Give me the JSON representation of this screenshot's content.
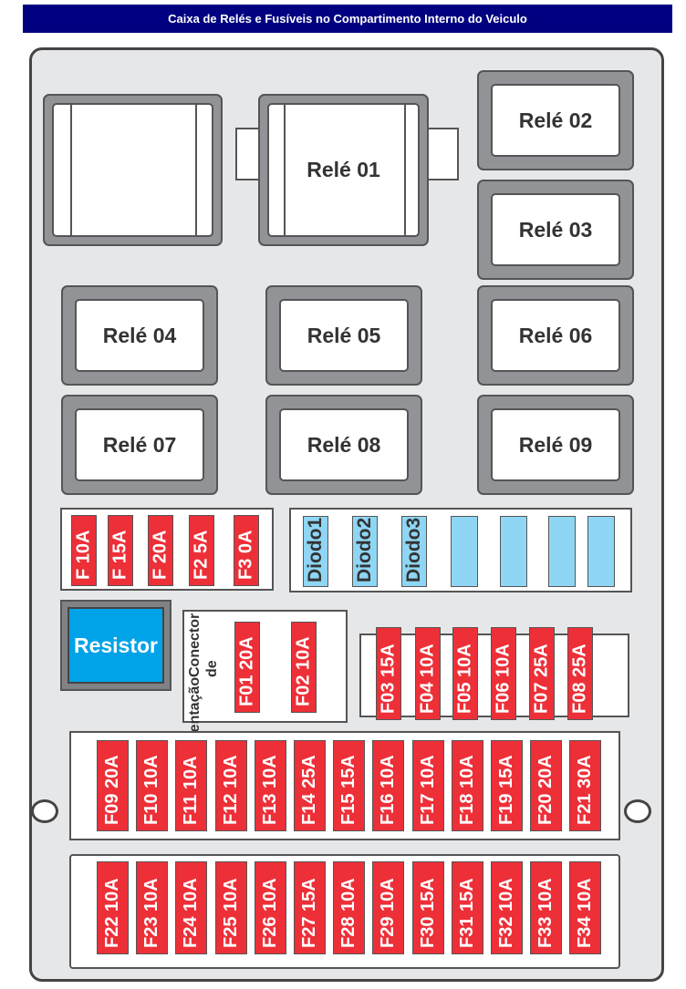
{
  "title": "Caixa de Relés e Fusíveis no Compartimento Interno do Veiculo",
  "relays": [
    "Relé 01",
    "Relé 02",
    "Relé 03",
    "Relé 04",
    "Relé 05",
    "Relé 06",
    "Relé 07",
    "Relé 08",
    "Relé 09"
  ],
  "small_fuses": [
    "F 10A",
    "F 15A",
    "F 20A",
    "F2 5A",
    "F3 0A"
  ],
  "diodes": [
    "Diodo1",
    "Diodo2",
    "Diodo3"
  ],
  "resistor": "Resistor",
  "connector_label_1": "Conector de",
  "connector_label_2": "Alimentação",
  "connector_fuses": [
    "F01 20A",
    "F02 10A"
  ],
  "mid_fuses": [
    "F03 15A",
    "F04 10A",
    "F05 10A",
    "F06 10A",
    "F07 25A",
    "F08 25A"
  ],
  "row1_fuses": [
    "F09 20A",
    "F10 10A",
    "F11 10A",
    "F12 10A",
    "F13 10A",
    "F14 25A",
    "F15 15A",
    "F16 10A",
    "F17 10A",
    "F18 10A",
    "F19 15A",
    "F20 20A",
    "F21 30A"
  ],
  "row2_fuses": [
    "F22 10A",
    "F23 10A",
    "F24 10A",
    "F25 10A",
    "F26 10A",
    "F27 15A",
    "F28 10A",
    "F29 10A",
    "F30 15A",
    "F31 15A",
    "F32 10A",
    "F33 10A",
    "F34 10A"
  ],
  "colors": {
    "title_bg": "#000080",
    "fuse": "#ed2f38",
    "diode": "#8fd6f5",
    "resistor": "#00a3e8",
    "housing": "#e6e7e9"
  }
}
